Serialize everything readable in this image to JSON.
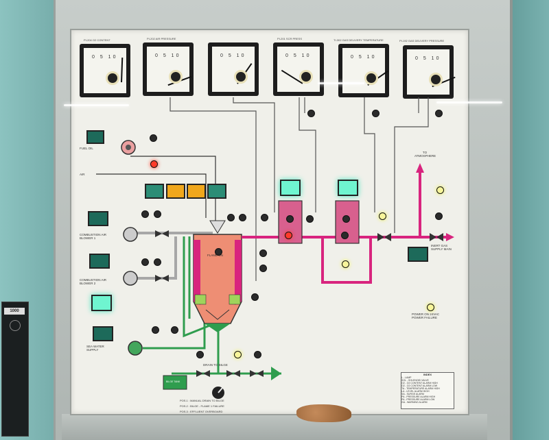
{
  "meters": [
    {
      "caption": "PI-204 O2 CONTENT",
      "needle_deg": 2
    },
    {
      "caption": "PI-202 AIR PRESSURE",
      "needle_deg": 70
    },
    {
      "caption": "",
      "needle_deg": 35
    },
    {
      "caption": "PI-201 SCR PRESS",
      "needle_deg": -58
    },
    {
      "caption": "TI-302 GAS DELIVERY TEMPERATURE",
      "needle_deg": 55
    },
    {
      "caption": "PI-192 GAS DELIVERY PRESSURE",
      "needle_deg": 68
    }
  ],
  "labels": {
    "fuel_oil": "FUEL OIL",
    "air": "AIR",
    "blower1": "COMBUSTION AIR BLOWER 1",
    "blower2": "COMBUSTION AIR BLOWER 2",
    "sea_water": "SEA WATER SUPPLY",
    "flame_on": "FLAME ON",
    "to_atmosphere": "TO ATMOSPHERE",
    "inert_gas": "INERT GAS SUPPLY MAIN",
    "drain_to_bilge": "DRAIN TO BILGE",
    "bilge_tank": "BILGE TANK",
    "power_on": "POWER ON 24VAC POWER FAILURE",
    "pos1": "POS.1 : MANUAL DRAIN TO BILGE",
    "pos2": "POS.2 : BILGE - FLAME 1 FAILURE",
    "pos3": "POS.3 : EFFLUENT OVERBOARD"
  },
  "legend": {
    "title": "INDEX",
    "rows": [
      "L - LAMP",
      "SOL - SOLENOID VALVE",
      "O2 - O2 CONTENT ALARM HIGH",
      "O2 - O2 CONTENT ALARM LOW",
      "TA - TEMPERATURE ALARM HIGH",
      "LA - LEVEL ALARM HIGH",
      "SA - SURGE ALARM",
      "PA - PRESSURE ALARM HIGH",
      "PA - PRESSURE ALARM LOW",
      "GA - WARNING ALARM"
    ]
  },
  "colors": {
    "pipe_magenta": "#d8247e",
    "pipe_green": "#2f9d4e",
    "pipe_gray": "#a7a7a7",
    "burner": "#ee8e74",
    "valve_amber": "#f0a71c",
    "lamp_red": "#ff3b2a"
  }
}
